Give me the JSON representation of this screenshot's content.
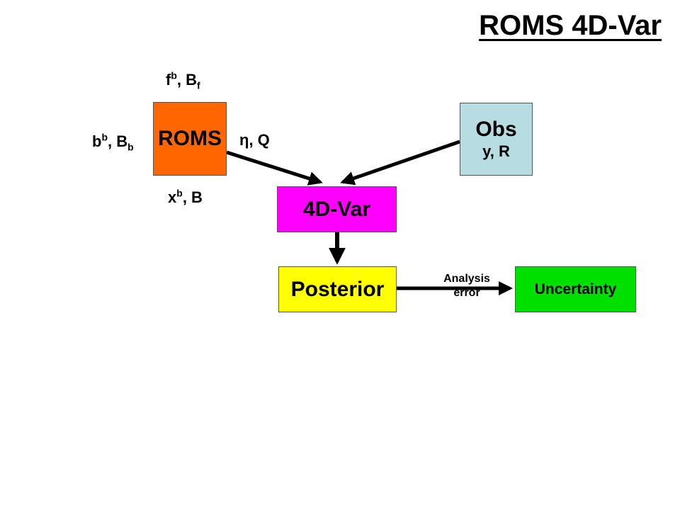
{
  "title": "ROMS 4D-Var",
  "colors": {
    "roms": "#ff6600",
    "obs": "#b7dde3",
    "fourdvar": "#ff00ff",
    "posterior": "#ffff00",
    "uncertainty": "#00e000"
  },
  "boxes": {
    "roms": "ROMS",
    "obs": "Obs",
    "obs_sub": "y, R",
    "fourdvar": "4D-Var",
    "posterior": "Posterior",
    "uncertainty": "Uncertainty"
  },
  "labels": {
    "forcing": {
      "base": "f",
      "sup": "b",
      "rest": ", B",
      "sub": "f"
    },
    "boundary": {
      "base": "b",
      "sup": "b",
      "rest": ", B",
      "sub": "b"
    },
    "model_error": "η, Q",
    "initial": {
      "base": "x",
      "sup": "b",
      "rest": ", B"
    },
    "analysis_line1": "Analysis",
    "analysis_line2": "error"
  }
}
